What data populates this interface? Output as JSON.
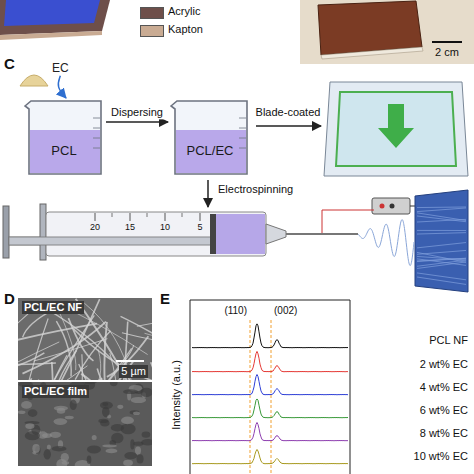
{
  "diagram": {
    "nodes": [
      {
        "text": [
          "EC"
        ]
      },
      {
        "text": [
          "PCL"
        ]
      },
      {
        "text": [
          "PCL/EC"
        ]
      },
      {
        "text": [
          "PCL/EC NF",
          "5 µm"
        ]
      },
      {
        "text": [
          "PCL/EC film"
        ]
      }
    ],
    "edges": [
      {
        "from": 0,
        "to": 1,
        "arrow": "to"
      },
      {
        "from": 1,
        "to": 2,
        "label": "Dispersing",
        "arrow": "to"
      }
    ],
    "labels": [
      "2 cm",
      "C",
      "Blade-coated",
      "Electrospinning",
      "20",
      "15",
      "10",
      "5",
      "D",
      "E",
      "Intensity (a.u.)",
      "(110)",
      "(002)",
      "PCL NF",
      "2 wt% EC",
      "4 wt% EC",
      "6 wt% EC",
      "8 wt% EC",
      "10 wt% EC"
    ],
    "legend": [
      {
        "text": "Acrylic",
        "color": "#6e4f4a"
      },
      {
        "text": "Kapton",
        "color": "#c9ab93"
      }
    ]
  }
}
